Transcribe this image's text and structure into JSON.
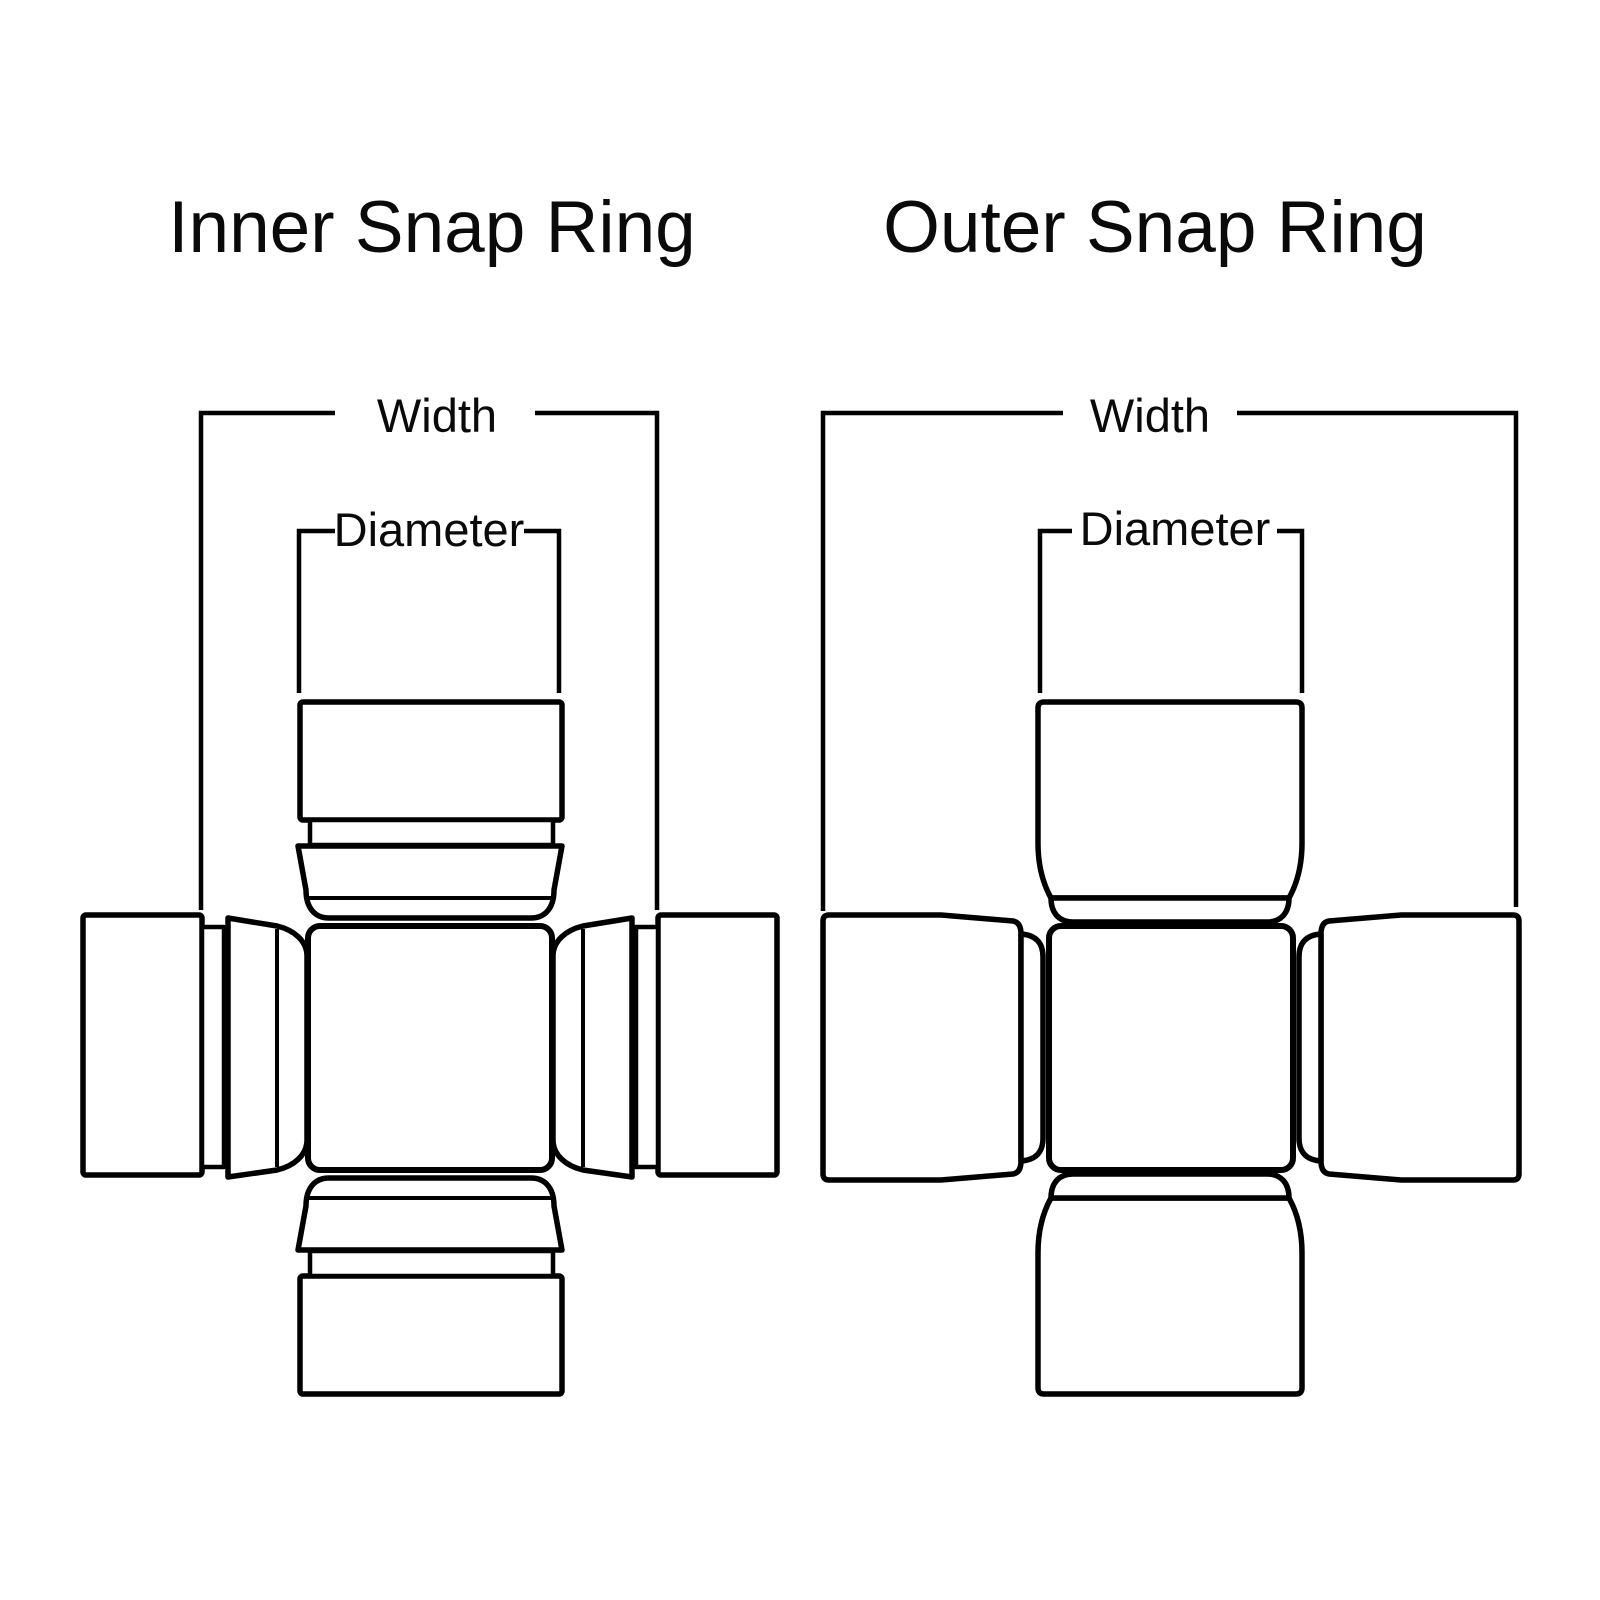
{
  "colors": {
    "background": "#ffffff",
    "line": "#000000",
    "text": "#0a0a0a"
  },
  "left_diagram": {
    "title": "Inner Snap Ring",
    "width_label": "Width",
    "diameter_label": "Diameter"
  },
  "right_diagram": {
    "title": "Outer Snap Ring",
    "width_label": "Width",
    "diameter_label": "Diameter"
  }
}
